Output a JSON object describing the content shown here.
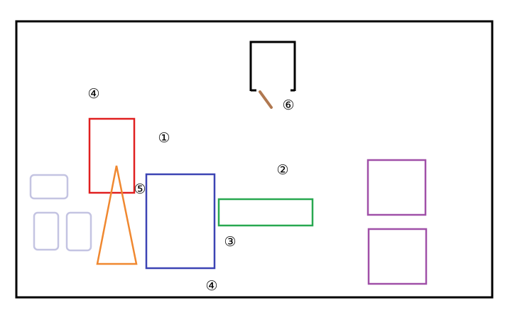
{
  "colors": {
    "background": "#ffffff",
    "frame": "#000000",
    "red": "#e02020",
    "orange": "#f08830",
    "blue": "#3c44b4",
    "green": "#28a850",
    "purple": "#a050a8",
    "lavender": "#c4c4e2",
    "brown": "#b07850",
    "label": "#000000"
  },
  "labels": {
    "one": "①",
    "two": "②",
    "three": "③",
    "four_top": "④",
    "four_bottom": "④",
    "five": "⑤",
    "six": "⑥"
  }
}
